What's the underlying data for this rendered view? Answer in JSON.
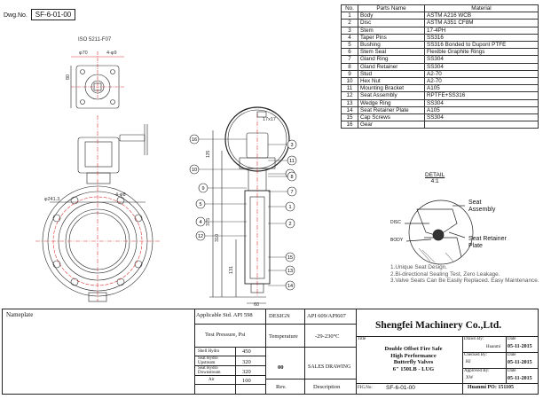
{
  "dwg_label": "Dwg.No.",
  "dwg_no": "SF-6-01-00",
  "parts_table": {
    "headers": [
      "No.",
      "Parts Name",
      "Material"
    ],
    "rows": [
      [
        "1",
        "Body",
        "ASTM A216 WCB"
      ],
      [
        "2",
        "Disc",
        "ASTM A351 CF8M"
      ],
      [
        "3",
        "Stem",
        "17-4PH"
      ],
      [
        "4",
        "Taper Pins",
        "SS316"
      ],
      [
        "5",
        "Bushing",
        "SS316 Bonded to Dupont PTFE"
      ],
      [
        "6",
        "Stem Seal",
        "Flexible Graphite Rings"
      ],
      [
        "7",
        "Gland Ring",
        "SS304"
      ],
      [
        "8",
        "Gland Retainer",
        "SS304"
      ],
      [
        "9",
        "Stud",
        "A2-70"
      ],
      [
        "10",
        "Hex Nut",
        "A2-70"
      ],
      [
        "11",
        "Mounting Bracket",
        "A105"
      ],
      [
        "12",
        "Seat Assembly",
        "RPTFE+SS316"
      ],
      [
        "13",
        "Wedge Ring",
        "SS304"
      ],
      [
        "14",
        "Seat Retainer Plate",
        "A105"
      ],
      [
        "15",
        "Cap Screws",
        "SS304"
      ],
      [
        "16",
        "Gear",
        ""
      ]
    ]
  },
  "drawing": {
    "iso_label": "ISO 5211-F07",
    "dim_70": "φ70",
    "dim_4_9": "4-φ9",
    "dim_80": "80",
    "dim_241": "φ241.3",
    "dim_4_8": "4-φ8",
    "dim_17x17": "17x17",
    "dim_375": "375",
    "dim_310": "310",
    "dim_131": "131",
    "dim_60": "60",
    "callouts": [
      "16",
      "3",
      "11",
      "10",
      "6",
      "8",
      "9",
      "7",
      "5",
      "1",
      "4",
      "2",
      "12",
      "15",
      "13",
      "14"
    ]
  },
  "detail": {
    "title": "DETAIL",
    "scale": "4:1",
    "seat_assembly": "Seat\nAssembly",
    "seat_retainer": "Seat Retainer\nPlate",
    "disc": "DISC",
    "body": "BODY"
  },
  "notes": [
    "1.Unique Seat Design.",
    "2.Bi-directional Sealing Test, Zero Leakage.",
    "3.Valve Seats Can Be Easily Replaced. Easy Maintenance."
  ],
  "title_block": {
    "nameplate": "Nameplate",
    "applicable_std_label": "Applicable Std.",
    "applicable_std_value": "API 598",
    "design_label": "DESIGN",
    "design_value": "API 609/API607",
    "test_pressure_label": "Test Pressure, Psi",
    "temperature_label": "Temperature",
    "temperature_value": "-29-230°C",
    "shell_label": "Shell Hydro",
    "shell_value": "450",
    "seat_up_label": "Seat Hydro Upstream",
    "seat_up_value": "320",
    "seat_down_label": "Seat Hydro Downstream",
    "seat_down_value": "320",
    "air_label": "Air",
    "air_value": "100",
    "rev_no": "00",
    "sales_drawing": "SALES DRAWING",
    "rev_label": "Rev.",
    "description_label": "Description",
    "company": "Shengfei Machinery Co.,Ltd.",
    "title_label": "Title",
    "title_lines": [
      "Double Offset Fire Safe",
      "High Performance",
      "Butterfly Valves",
      "6\" 150LB - LUG"
    ],
    "drawn_by_label": "Drawn By:",
    "drawn_by": "Huanmi",
    "date_label": "Date",
    "drawn_date": "05-11-2015",
    "checked_by_label": "Checked By:",
    "checked_by": "HJ",
    "checked_date": "05-11-2015",
    "approved_by_label": "Approved By:",
    "approved_by": "XW",
    "approved_date": "05-11-2015",
    "flg_label": "FIG.No:",
    "flg_no": "SF-6-01-00",
    "po": "Huanmi PO:  151105"
  }
}
